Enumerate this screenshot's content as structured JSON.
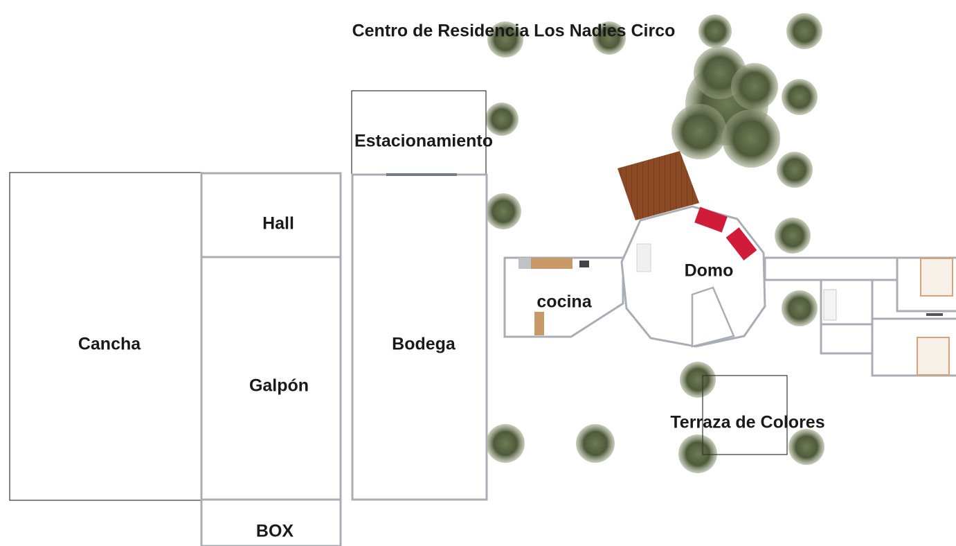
{
  "map": {
    "title": "Centro de Residencia Los Nadies Circo",
    "rooms": {
      "cancha": "Cancha",
      "hall": "Hall",
      "galpon": "Galpón",
      "box": "BOX",
      "estacionamiento": "Estacionamiento",
      "bodega": "Bodega",
      "cocina": "cocina",
      "domo": "Domo",
      "terraza": "Terraza de Colores"
    }
  },
  "colors": {
    "wall": "#a9aeb6",
    "outline": "#333333",
    "deck": "#8b4a24",
    "sofa": "#d01c3a",
    "tree_dark": "#4e5a3a",
    "tree_light": "#8a9470",
    "counter": "#c89a6a"
  }
}
